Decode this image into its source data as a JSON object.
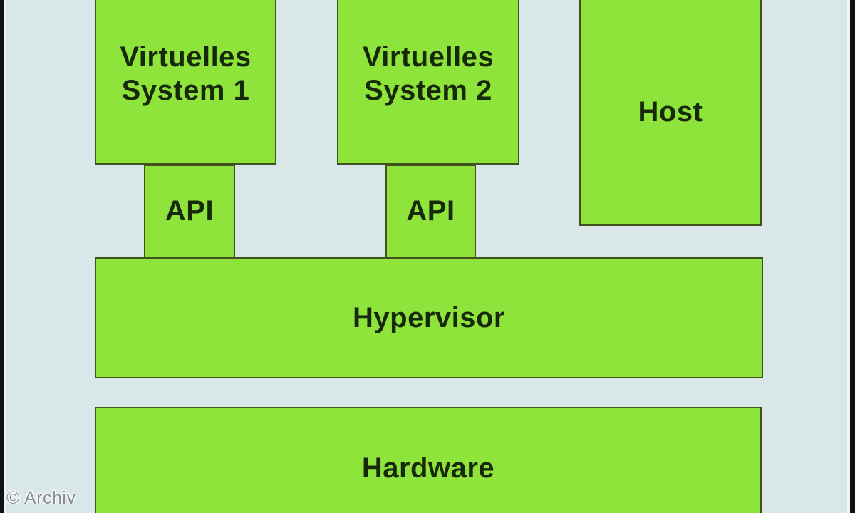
{
  "diagram": {
    "background_color": "#d9e7e8",
    "edge_band_color": "#0e1214",
    "node_fill_color": "#8fe43c",
    "node_border_color": "#41511f",
    "node_text_color": "#17290b",
    "nodes": {
      "virtual_system_1": {
        "lines": [
          "Virtuelles",
          "System 1"
        ]
      },
      "virtual_system_2": {
        "lines": [
          "Virtuelles",
          "System 2"
        ]
      },
      "host": {
        "label": "Host"
      },
      "api_1": {
        "label": "API"
      },
      "api_2": {
        "label": "API"
      },
      "hypervisor": {
        "label": "Hypervisor"
      },
      "hardware": {
        "label": "Hardware"
      }
    }
  },
  "watermark": {
    "label": "© Archiv",
    "color": "#878d90"
  }
}
